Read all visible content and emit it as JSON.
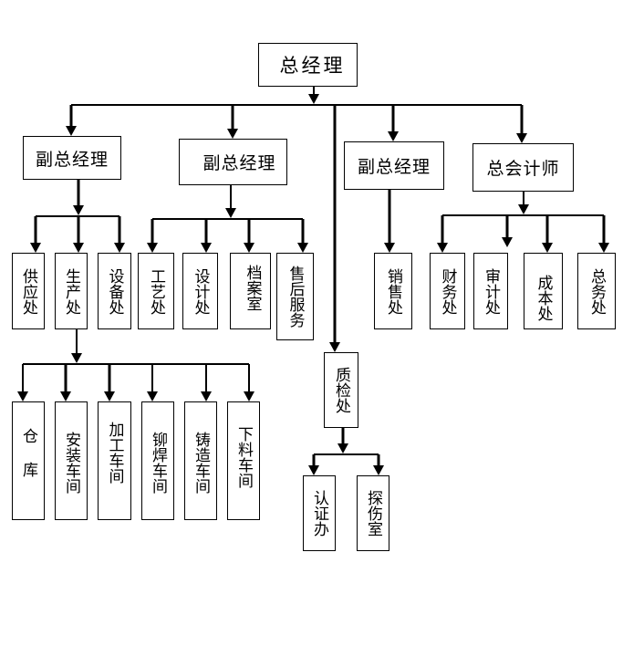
{
  "diagram": {
    "type": "org-chart",
    "root": {
      "id": "gm",
      "label": "总经理"
    },
    "level1": [
      {
        "id": "vp1",
        "label": "副总经理"
      },
      {
        "id": "vp2",
        "label": "副总经理"
      },
      {
        "id": "vp3",
        "label": "副总经理"
      },
      {
        "id": "cfo",
        "label": "总会计师"
      }
    ],
    "vp1_children": [
      {
        "id": "supply",
        "label": "供应处"
      },
      {
        "id": "production",
        "label": "生产处"
      },
      {
        "id": "equipment",
        "label": "设备处"
      }
    ],
    "vp2_children": [
      {
        "id": "process",
        "label": "工艺处"
      },
      {
        "id": "design",
        "label": "设计处"
      },
      {
        "id": "archive",
        "label": "档案室"
      },
      {
        "id": "aftersales",
        "label": "售后服务"
      }
    ],
    "vp3_children": [
      {
        "id": "sales",
        "label": "销售处"
      }
    ],
    "cfo_children": [
      {
        "id": "finance",
        "label": "财务处"
      },
      {
        "id": "audit",
        "label": "审计处"
      },
      {
        "id": "cost",
        "label": "成本处"
      },
      {
        "id": "general",
        "label": "总务处"
      }
    ],
    "production_children": [
      {
        "id": "warehouse",
        "label": "仓 库"
      },
      {
        "id": "assembly",
        "label": "安装车间"
      },
      {
        "id": "machining",
        "label": "加工车间"
      },
      {
        "id": "welding",
        "label": "铆焊车间"
      },
      {
        "id": "casting",
        "label": "铸造车间"
      },
      {
        "id": "blanking",
        "label": "下料车间"
      }
    ],
    "quality": {
      "id": "qc",
      "label": "质检处"
    },
    "quality_children": [
      {
        "id": "cert",
        "label": "认证办"
      },
      {
        "id": "ndt",
        "label": "探伤室"
      }
    ]
  }
}
